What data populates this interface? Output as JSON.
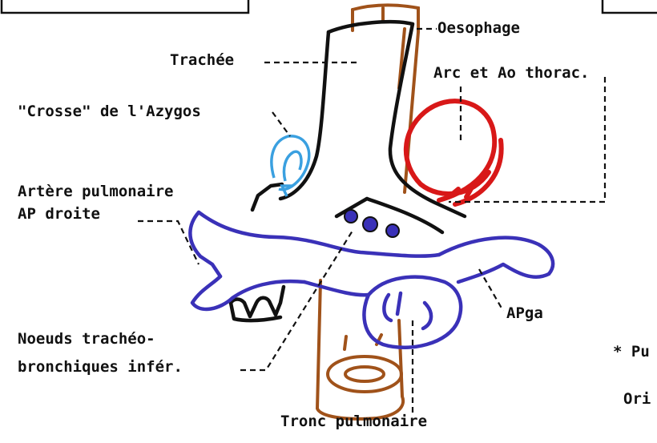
{
  "colors": {
    "outline": "#111111",
    "pulmonary": "#3a31b8",
    "aorta": "#d81818",
    "esophagus": "#a0521a",
    "azygos": "#3aa0e0"
  },
  "labels": {
    "oesophage": "Oesophage",
    "trachee": "Trachée",
    "arc_aorte": "Arc et Ao thorac.",
    "azygos": "\"Crosse\" de l'Azygos",
    "arteres_line1": "Artère pulmonaire",
    "arteres_line2": "AP droite",
    "apga": "APga",
    "noeuds_line1": "Noeuds trachéo-",
    "noeuds_line2": "bronchiques infér.",
    "tronc": "Tronc pulmonaire",
    "right_pu": "* Pu",
    "right_ori": "Ori"
  }
}
